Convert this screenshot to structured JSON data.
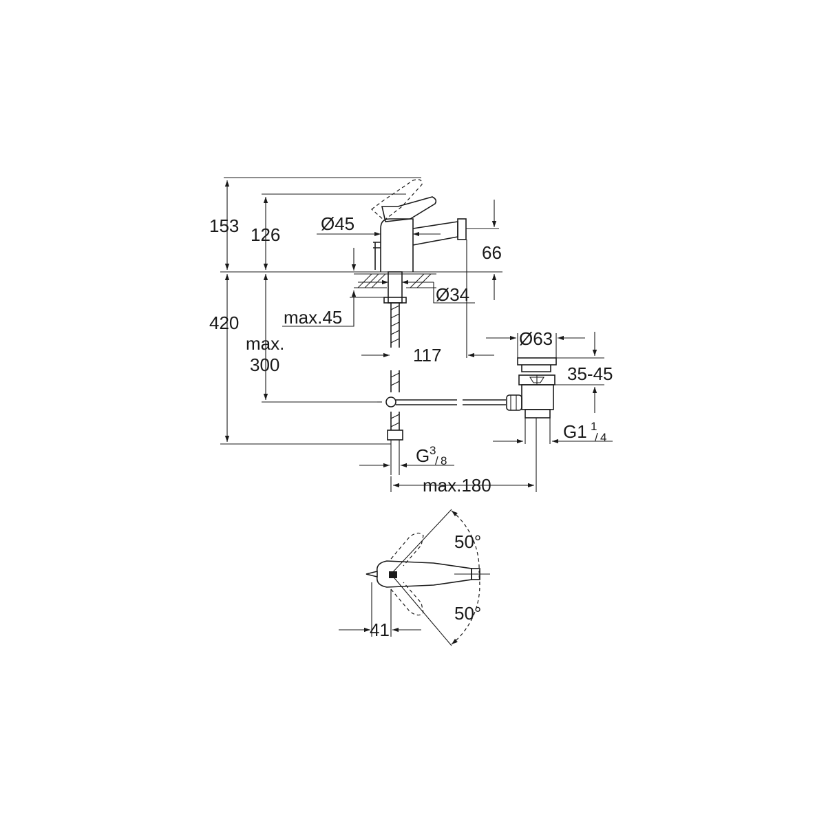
{
  "dimensions": {
    "overall_height": "153",
    "spout_height": "126",
    "base_diameter": "Ø45",
    "outlet_height": "66",
    "hole_diameter": "Ø34",
    "deck_thickness": "max.45",
    "hose_length": "420",
    "connection_depth_line1": "max.",
    "connection_depth_line2": "300",
    "projection": "117",
    "waste_diameter": "Ø63",
    "waste_height": "35-45",
    "waste_thread_main": "G1",
    "waste_thread_num": "1",
    "waste_thread_den": "4",
    "supply_thread_main": "G",
    "supply_thread_num": "3",
    "supply_thread_den": "8",
    "waste_distance": "max.180",
    "rotation_angle_top": "50°",
    "rotation_angle_bottom": "50°",
    "lever_offset": "41"
  }
}
